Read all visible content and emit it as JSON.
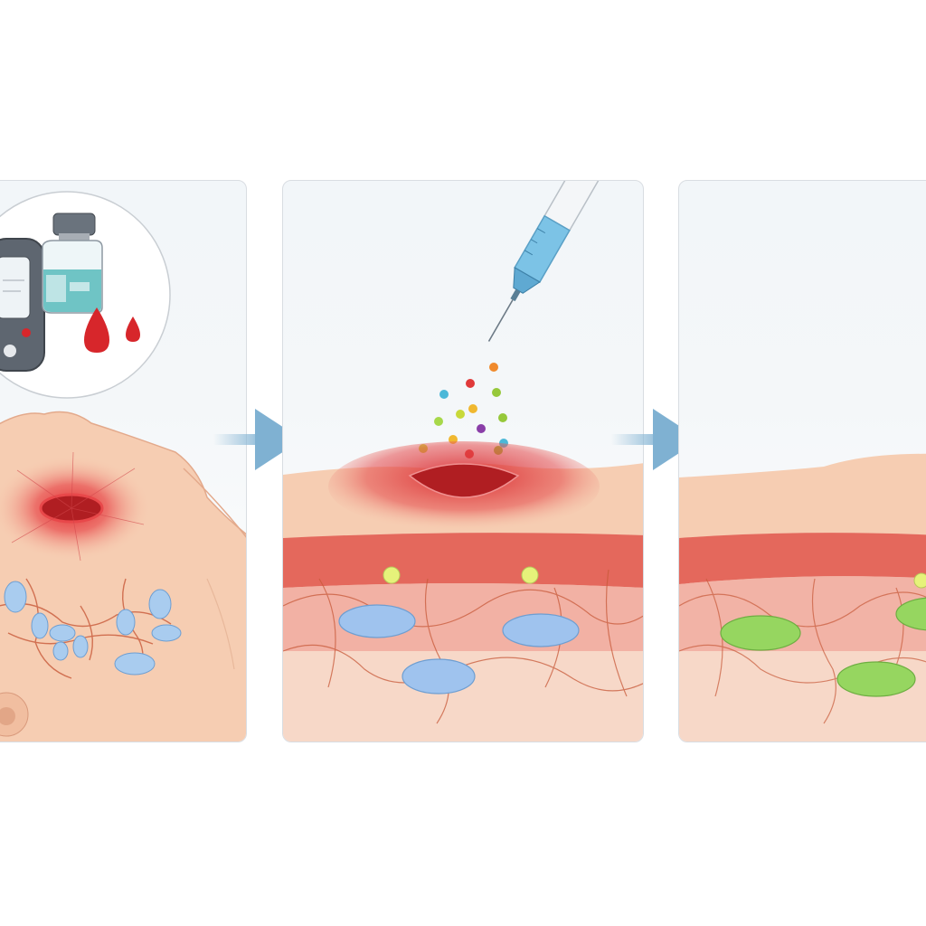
{
  "figure": {
    "panels": [
      {
        "id": "before",
        "content": "abdomen-with-red-wound-and-ice-crystals"
      },
      {
        "id": "injection",
        "content": "syringe-releasing-particles-into-skin"
      },
      {
        "id": "after",
        "content": "healed-skin-with-green-cells"
      }
    ],
    "inset_items": [
      "glucose-meter",
      "insulin-vial",
      "blood-drops"
    ],
    "colors": {
      "skin": "#f6cdb2",
      "wound_red": "#d7262b",
      "dermis_red": "#e4685c",
      "vessel": "#c85a3a",
      "ice_blue": "#a9ccef",
      "blue_cell": "#9fc3ee",
      "green_cell": "#96d660",
      "syringe_fluid": "#7cc3e6",
      "arrow": "#8ab8d6",
      "panel_border": "#d9dde2"
    }
  }
}
